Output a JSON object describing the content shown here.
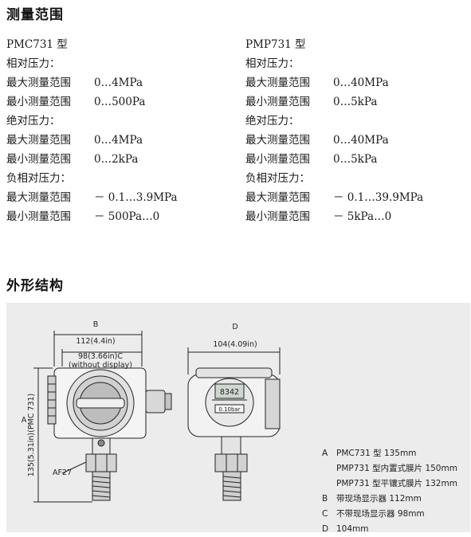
{
  "section1_title": "测量范围",
  "pmc": {
    "model": "PMC731 型",
    "rows": [
      {
        "label": "相对压力：",
        "value": ""
      },
      {
        "label": "最大测量范围",
        "value": "0…4MPa"
      },
      {
        "label": "最小测量范围",
        "value": "0…500Pa"
      },
      {
        "label": "绝对压力：",
        "value": ""
      },
      {
        "label": "最大测量范围",
        "value": "0…4MPa"
      },
      {
        "label": "最小测量范围",
        "value": "0…2kPa"
      },
      {
        "label": "负相对压力：",
        "value": ""
      },
      {
        "label": "最大测量范围",
        "value": "－ 0.1…3.9MPa"
      },
      {
        "label": "最小测量范围",
        "value": "－ 500Pa…0"
      }
    ]
  },
  "pmp": {
    "model": "PMP731 型",
    "rows": [
      {
        "label": "相对压力：",
        "value": ""
      },
      {
        "label": "最大测量范围",
        "value": "0…40MPa"
      },
      {
        "label": "最小测量范围",
        "value": "0…5kPa"
      },
      {
        "label": "绝对压力：",
        "value": ""
      },
      {
        "label": "最大测量范围",
        "value": "0…40MPa"
      },
      {
        "label": "最小测量范围",
        "value": "0…5kPa"
      },
      {
        "label": "负相对压力：",
        "value": ""
      },
      {
        "label": "最大测量范围",
        "value": "－ 0.1…39.9MPa"
      },
      {
        "label": "最小测量范围",
        "value": "－ 5kPa…0"
      }
    ]
  },
  "section2_title": "外形结构",
  "drawing": {
    "label_b": "B",
    "label_d": "D",
    "label_a": "A",
    "dim_b": "112(4.4in)",
    "dim_c": "98(3.66in)C",
    "without_display": "(without display)",
    "dim_d": "104(4.09in)",
    "dim_a": "135(5.31in)(PMC 731)",
    "af": "AF27",
    "display_value": "8342",
    "display_unit": "0.10bar"
  },
  "legend": [
    {
      "key": "A",
      "text": "PMC731 型 135mm"
    },
    {
      "key": "",
      "text": "PMP731 型内置式膜片 150mm"
    },
    {
      "key": "",
      "text": "PMP731 型平镶式膜片 132mm"
    },
    {
      "key": "B",
      "text": "带现场显示器 112mm"
    },
    {
      "key": "C",
      "text": "不带现场显示器 98mm"
    },
    {
      "key": "D",
      "text": "104mm"
    }
  ]
}
